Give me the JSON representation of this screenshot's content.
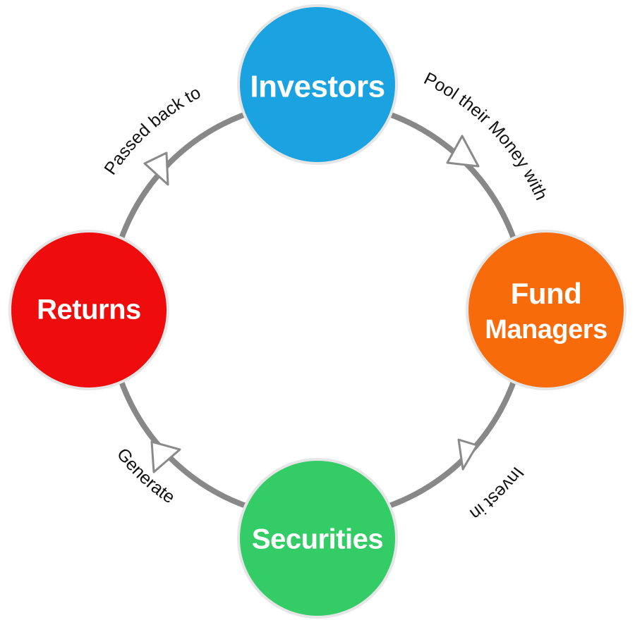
{
  "nodes": {
    "investors": {
      "label": "Investors",
      "color": "#1aa3e0"
    },
    "fund_managers": {
      "line1": "Fund",
      "line2": "Managers",
      "color": "#f76b0b"
    },
    "securities": {
      "label": "Securities",
      "color": "#33cc66"
    },
    "returns": {
      "label": "Returns",
      "color": "#ee0c0c"
    }
  },
  "edges": {
    "investors_to_fund": "Pool their Money with",
    "fund_to_securities": "Invest in",
    "securities_to_returns": "Generate",
    "returns_to_investors": "Passed back to"
  },
  "colors": {
    "ring": "#888888",
    "arrow_fill": "#ffffff",
    "arrow_stroke": "#8a8a8a",
    "node_border": "#e6e6e6"
  }
}
